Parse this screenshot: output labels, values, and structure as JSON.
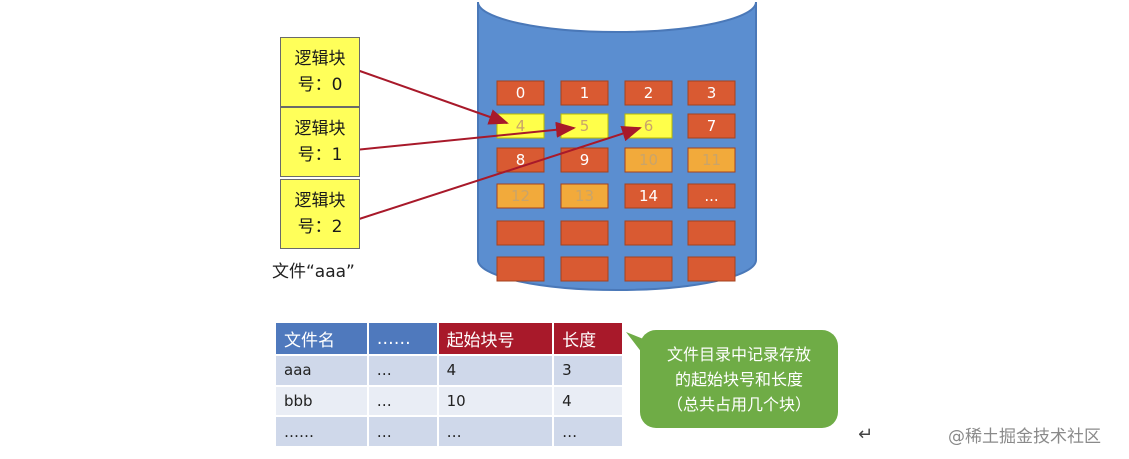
{
  "disk": {
    "blocks": [
      {
        "label": "0",
        "state": "used"
      },
      {
        "label": "1",
        "state": "used"
      },
      {
        "label": "2",
        "state": "used"
      },
      {
        "label": "3",
        "state": "used"
      },
      {
        "label": "4",
        "state": "file"
      },
      {
        "label": "5",
        "state": "file"
      },
      {
        "label": "6",
        "state": "file"
      },
      {
        "label": "7",
        "state": "used"
      },
      {
        "label": "8",
        "state": "used"
      },
      {
        "label": "9",
        "state": "used"
      },
      {
        "label": "10",
        "state": "free"
      },
      {
        "label": "11",
        "state": "free"
      },
      {
        "label": "12",
        "state": "free"
      },
      {
        "label": "13",
        "state": "free"
      },
      {
        "label": "14",
        "state": "used"
      },
      {
        "label": "...",
        "state": "used"
      },
      {
        "label": "",
        "state": "used"
      },
      {
        "label": "",
        "state": "used"
      },
      {
        "label": "",
        "state": "used"
      },
      {
        "label": "",
        "state": "used"
      },
      {
        "label": "",
        "state": "used"
      },
      {
        "label": "",
        "state": "used"
      },
      {
        "label": "",
        "state": "used"
      },
      {
        "label": "",
        "state": "used"
      }
    ],
    "colors": {
      "cylinder": "#5b8ed0",
      "cylinder_dark": "#4a78b8",
      "used": "#d95a32",
      "file": "#ffff4a",
      "free": "#f2aa3b",
      "arrow": "#a8192a"
    }
  },
  "logical_blocks": [
    {
      "line1": "逻辑块",
      "line2": "号：0"
    },
    {
      "line1": "逻辑块",
      "line2": "号：1"
    },
    {
      "line1": "逻辑块",
      "line2": "号：2"
    }
  ],
  "file_label": "文件“aaa”",
  "directory_table": {
    "headers": [
      "文件名",
      "……",
      "起始块号",
      "长度"
    ],
    "rows": [
      [
        "aaa",
        "…",
        "4",
        "3"
      ],
      [
        "bbb",
        "…",
        "10",
        "4"
      ],
      [
        "……",
        "…",
        "…",
        "…"
      ]
    ]
  },
  "callout": {
    "line1": "文件目录中记录存放",
    "line2": "的起始块号和长度",
    "line3": "（总共占用几个块）"
  },
  "watermark": "@稀土掘金技术社区",
  "return_mark": "↵"
}
